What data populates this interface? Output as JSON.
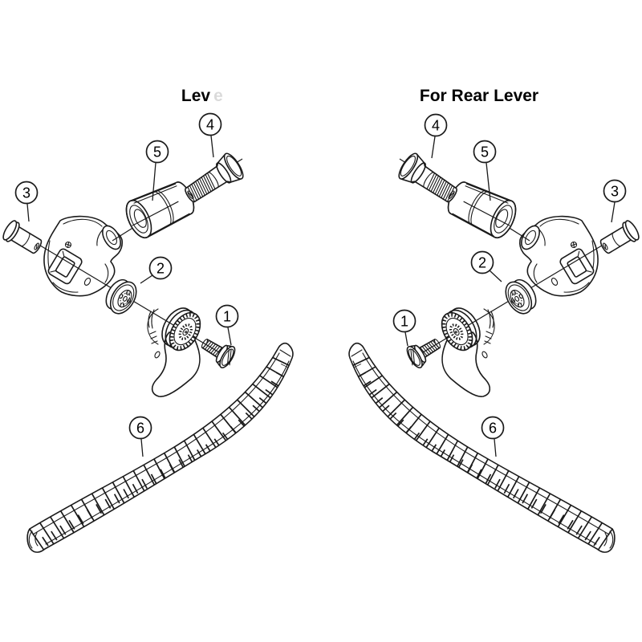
{
  "diagram": {
    "title_left": "Lev",
    "title_left_faint": "e",
    "title_right": "For Rear Lever",
    "callouts": {
      "c1": "1",
      "c2": "2",
      "c3": "3",
      "c4": "4",
      "c5": "5",
      "c6": "6"
    },
    "colors": {
      "line": "#1a1a1a",
      "background": "#ffffff"
    }
  }
}
